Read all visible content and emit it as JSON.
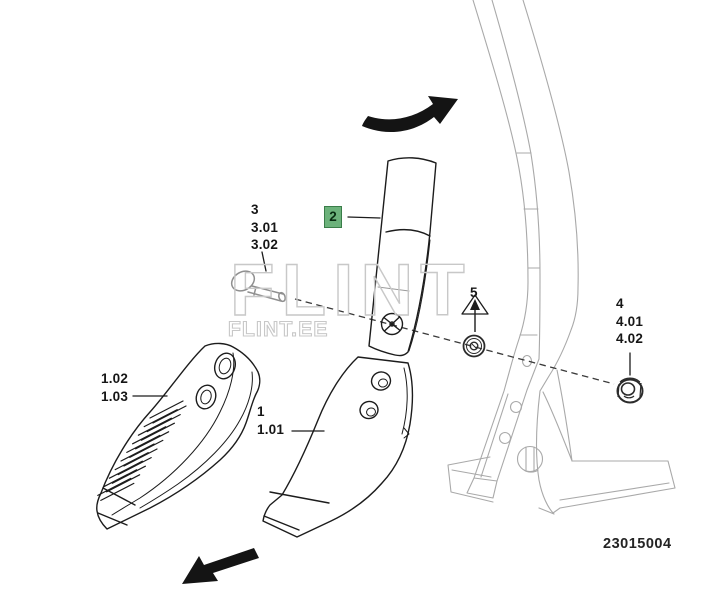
{
  "diagram": {
    "drawing_number": "23015004",
    "watermark": {
      "primary": "FLINT",
      "secondary": "FLINT.EE"
    },
    "callouts": {
      "bolt_group": [
        "3",
        "3.01",
        "3.02"
      ],
      "extension": "2",
      "quick_fit_point": [
        "1.02",
        "1.03"
      ],
      "share": [
        "1",
        "1.01"
      ],
      "washer": "5",
      "nut_group": [
        "4",
        "4.01",
        "4.02"
      ]
    },
    "icons": {
      "rotate_arrow": "rotate-arrow-icon",
      "direction_arrow": "direction-arrow-icon",
      "pointer_triangle": "triangle-pointer-icon"
    },
    "colors": {
      "highlight_bg": "#6cb27b",
      "highlight_border": "#3a7d49",
      "part_line": "#1c1c1c",
      "context_line": "#a9a9a9",
      "watermark": "#c8c8c8"
    }
  }
}
